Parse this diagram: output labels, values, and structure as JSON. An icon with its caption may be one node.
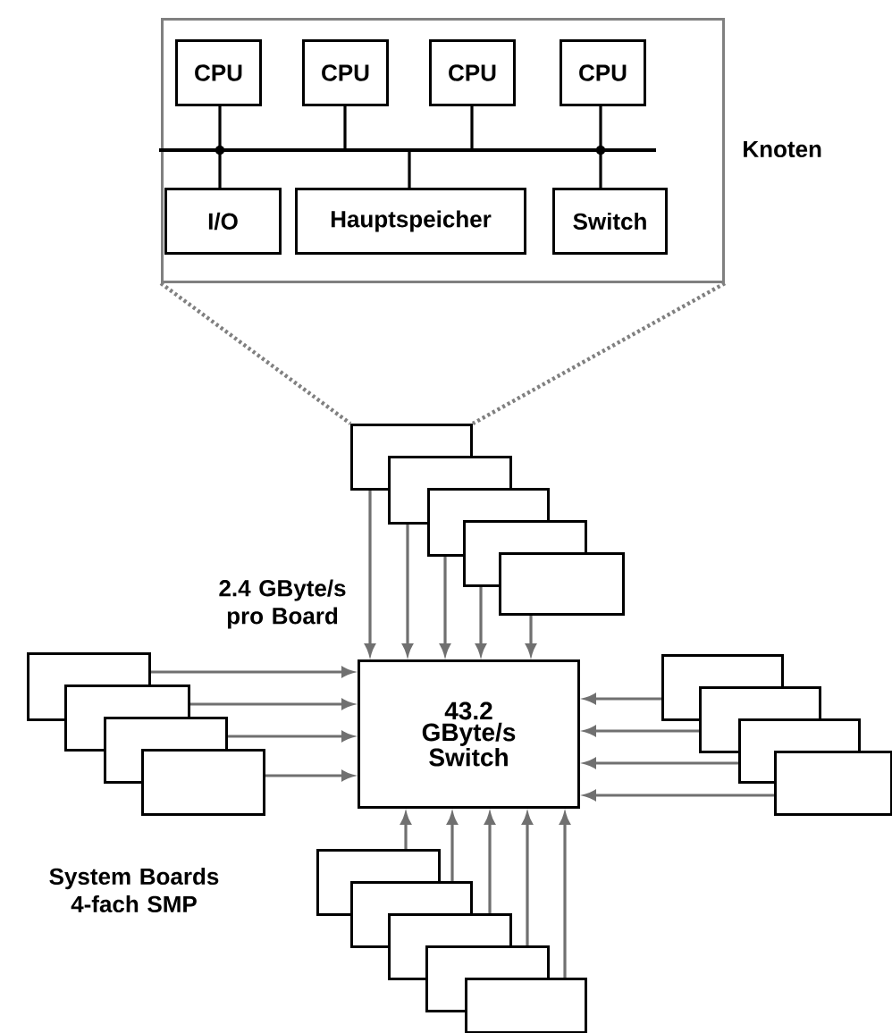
{
  "diagram": {
    "nodes": [
      {
        "text": [],
        "shape": "box",
        "beside": [
          "Knoten"
        ]
      },
      {
        "text": [
          "CPU"
        ],
        "in": 0
      },
      {
        "text": [
          "CPU"
        ],
        "in": 0
      },
      {
        "text": [
          "CPU"
        ],
        "in": 0
      },
      {
        "text": [
          "CPU"
        ],
        "in": 0
      },
      {
        "text": [],
        "shape": "bar",
        "in": 0
      },
      {
        "text": [
          "I/O"
        ],
        "in": 0
      },
      {
        "text": [
          "Hauptspeicher"
        ],
        "in": 0
      },
      {
        "text": [
          "Switch"
        ],
        "in": 0
      },
      {
        "text": [],
        "shape": "box"
      },
      {
        "text": [],
        "shape": "box"
      },
      {
        "text": [],
        "shape": "box"
      },
      {
        "text": [],
        "shape": "box"
      },
      {
        "text": [],
        "shape": "box"
      },
      {
        "text": [],
        "shape": "box"
      },
      {
        "text": [],
        "shape": "box"
      },
      {
        "text": [],
        "shape": "box"
      },
      {
        "text": [],
        "shape": "box"
      },
      {
        "text": [
          "43.2 GByte/s Switch"
        ]
      },
      {
        "text": [],
        "shape": "box"
      },
      {
        "text": [],
        "shape": "box"
      },
      {
        "text": [],
        "shape": "box"
      },
      {
        "text": [],
        "shape": "box"
      },
      {
        "text": [],
        "shape": "box"
      },
      {
        "text": [],
        "shape": "box"
      },
      {
        "text": [],
        "shape": "box"
      },
      {
        "text": [],
        "shape": "box"
      },
      {
        "text": [],
        "shape": "box"
      }
    ],
    "edges": [
      {
        "from": 1,
        "to": 5,
        "arrow": "none",
        "color": "#000000"
      },
      {
        "from": 2,
        "to": 5,
        "arrow": "none",
        "color": "#000000"
      },
      {
        "from": 3,
        "to": 5,
        "arrow": "none",
        "color": "#000000"
      },
      {
        "from": 4,
        "to": 5,
        "arrow": "none",
        "color": "#000000"
      },
      {
        "from": 5,
        "to": 6,
        "arrow": "none",
        "color": "#000000"
      },
      {
        "from": 5,
        "to": 7,
        "arrow": "none",
        "color": "#000000"
      },
      {
        "from": 5,
        "to": 8,
        "arrow": "none",
        "color": "#000000"
      },
      {
        "from": 0,
        "to": 9,
        "arrow": "none",
        "style": "dashed"
      },
      {
        "from": 0,
        "to": 9,
        "arrow": "none",
        "style": "dashed"
      },
      {
        "from": 9,
        "to": 18,
        "arrow": "to"
      },
      {
        "from": 10,
        "to": 18,
        "arrow": "to"
      },
      {
        "from": 11,
        "to": 18,
        "arrow": "to"
      },
      {
        "from": 12,
        "to": 18,
        "arrow": "to"
      },
      {
        "from": 13,
        "to": 18,
        "arrow": "to"
      },
      {
        "from": 14,
        "to": 18,
        "arrow": "to"
      },
      {
        "from": 15,
        "to": 18,
        "arrow": "to"
      },
      {
        "from": 16,
        "to": 18,
        "arrow": "to"
      },
      {
        "from": 17,
        "to": 18,
        "arrow": "to"
      },
      {
        "from": 19,
        "to": 18,
        "arrow": "to"
      },
      {
        "from": 20,
        "to": 18,
        "arrow": "to"
      },
      {
        "from": 21,
        "to": 18,
        "arrow": "to"
      },
      {
        "from": 22,
        "to": 18,
        "arrow": "to"
      },
      {
        "from": 23,
        "to": 18,
        "arrow": "to"
      },
      {
        "from": 24,
        "to": 18,
        "arrow": "to"
      },
      {
        "from": 25,
        "to": 18,
        "arrow": "to"
      },
      {
        "from": 26,
        "to": 18,
        "arrow": "to"
      },
      {
        "from": 27,
        "to": 18,
        "arrow": "to"
      }
    ],
    "labels": [
      "2.4 GByte/s pro Board",
      "System Boards 4-fach SMP"
    ]
  }
}
